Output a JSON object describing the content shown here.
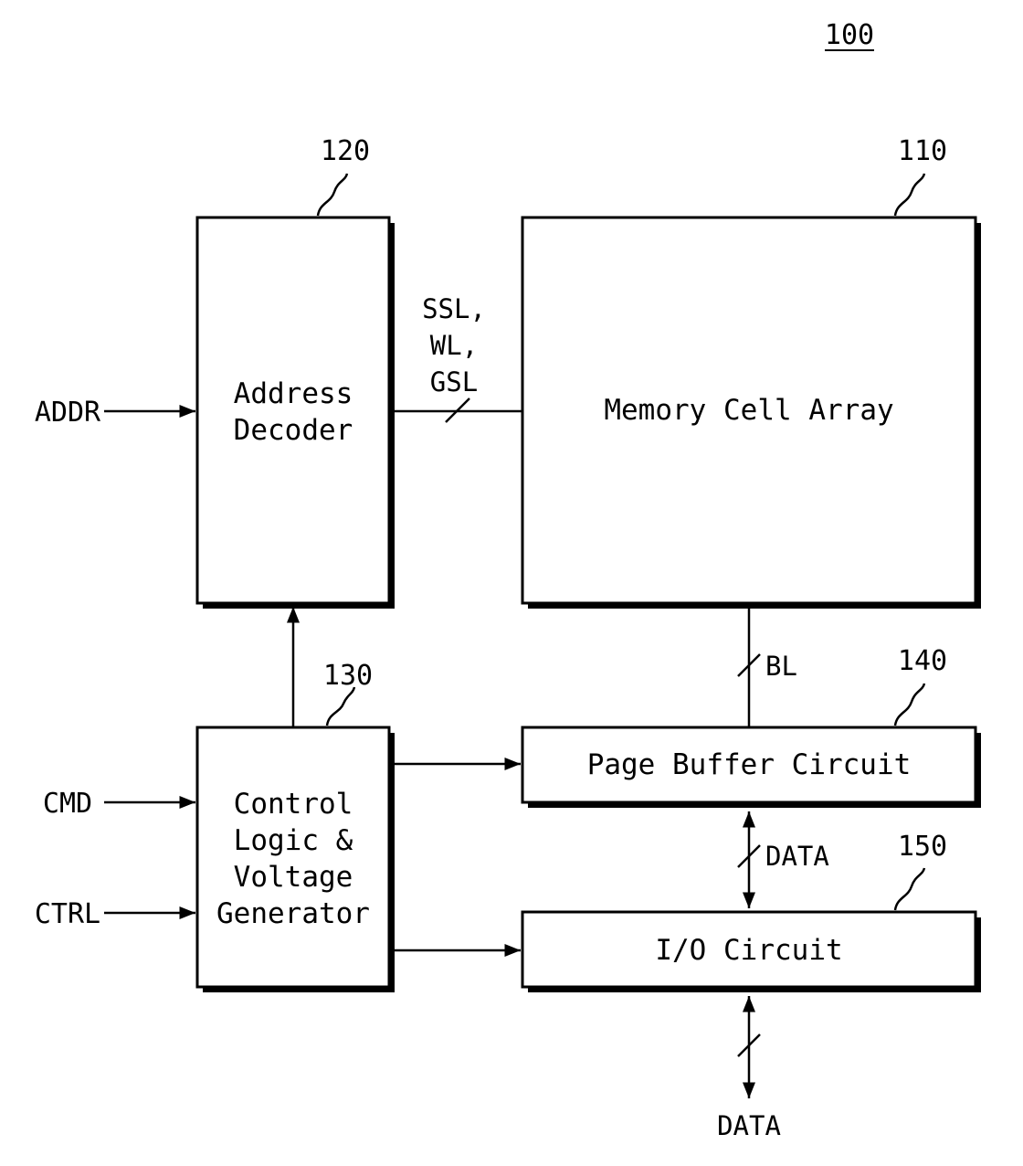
{
  "figure_ref": "100",
  "blocks": {
    "memory_cell_array": {
      "ref": "110",
      "label": "Memory Cell Array"
    },
    "address_decoder": {
      "ref": "120",
      "line1": "Address",
      "line2": "Decoder"
    },
    "control_logic": {
      "ref": "130",
      "line1": "Control",
      "line2": "Logic &",
      "line3": "Voltage",
      "line4": "Generator"
    },
    "page_buffer": {
      "ref": "140",
      "label": "Page Buffer Circuit"
    },
    "io_circuit": {
      "ref": "150",
      "label": "I/O Circuit"
    }
  },
  "signals": {
    "addr": "ADDR",
    "cmd": "CMD",
    "ctrl": "CTRL",
    "ssl": "SSL,",
    "wl": "WL,",
    "gsl": "GSL",
    "bl": "BL",
    "data_internal": "DATA",
    "data_external": "DATA"
  }
}
